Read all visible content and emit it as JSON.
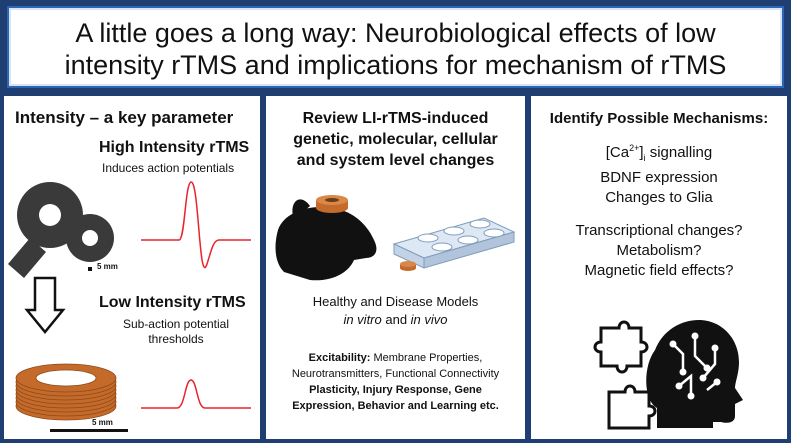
{
  "title": {
    "line1": "A little goes a long way: Neurobiological effects of low",
    "line2": "intensity rTMS and implications for mechanism of rTMS"
  },
  "left_panel": {
    "heading": "Intensity – a key parameter",
    "high": {
      "label": "High Intensity rTMS",
      "sub": "Induces action potentials"
    },
    "scale_small": "5 mm",
    "low": {
      "label": "Low Intensity rTMS",
      "sub1": "Sub-action potential",
      "sub2": "thresholds"
    },
    "scale_large": "5 mm"
  },
  "middle_panel": {
    "heading_line1": "Review LI-rTMS-induced",
    "heading_line2": "genetic, molecular, cellular",
    "heading_line3": "and system level changes",
    "models_line1": "Healthy and Disease Models",
    "models_line2_a": "in vitro",
    "models_line2_b": " and ",
    "models_line2_c": "in vivo",
    "excitability_label": "Excitability:",
    "excitability_text": " Membrane Properties,",
    "line_neuro": "Neurotransmitters, Functional Connectivity",
    "line_plasticity": "Plasticity, Injury Response, Gene",
    "line_expression": "Expression, Behavior and Learning etc."
  },
  "right_panel": {
    "heading": "Identify Possible Mechanisms:",
    "ca_prefix": "[Ca",
    "ca_sup": "2+",
    "ca_bracket": "]",
    "ca_sub": "i",
    "ca_suffix": " signalling",
    "bdnf": "BDNF expression",
    "glia": "Changes to Glia",
    "transcriptional": "Transcriptional changes?",
    "metabolism": "Metabolism?",
    "magnetic": "Magnetic field effects?"
  },
  "colors": {
    "background": "#1f3f73",
    "title_border": "#2f66b3",
    "waveform": "#e8242a",
    "coil_dark": "#3a3a3a",
    "coil_copper": "#c46a2a",
    "dish": "#d5e3f1"
  },
  "icons": [
    "figure-eight-coil-icon",
    "down-arrow-icon",
    "copper-coil-icon",
    "rat-head-icon",
    "well-plate-icon",
    "head-puzzle-icon"
  ]
}
